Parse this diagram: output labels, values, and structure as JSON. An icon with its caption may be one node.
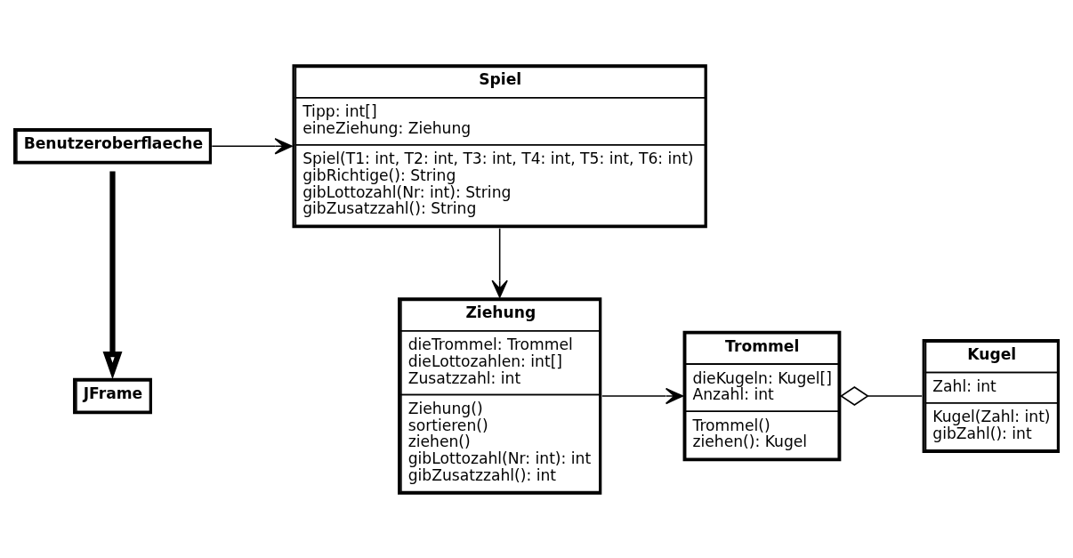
{
  "diagram": {
    "nodes": [
      {
        "text": [
          "JFrame"
        ]
      },
      {
        "text": [
          "Spiel",
          "Tipp: int[]",
          "eineZiehung: Ziehung",
          "Spiel(T1: int, T2: int, T3: int, T4: int, T5: int, T6: int)",
          "gibRichtige(): String",
          "gibLottozahl(Nr: int): String",
          "gibZusatzzahl(): String"
        ]
      },
      {
        "text": [
          "Benutzeroberflaeche"
        ]
      },
      {
        "text": [
          "Ziehung",
          "dieTrommel: Trommel",
          "dieLottozahlen: int[]",
          "Zusatzzahl: int",
          "Ziehung()",
          "sortieren()",
          "ziehen()",
          "gibLottozahl(Nr: int): int",
          "gibZusatzzahl(): int"
        ]
      },
      {
        "text": [
          "Trommel",
          "dieKugeln: Kugel[]",
          "Anzahl: int",
          "Trommel()",
          "ziehen(): Kugel"
        ]
      },
      {
        "text": [
          "Kugel",
          "Zahl: int",
          "Kugel(Zahl: int)",
          "gibZahl(): int"
        ]
      }
    ],
    "edges": [
      {
        "from": 2,
        "to": 0,
        "arrow": "to",
        "style": "thick"
      },
      {
        "from": 2,
        "to": 1,
        "arrow": "to"
      },
      {
        "from": 1,
        "to": 3,
        "arrow": "to"
      },
      {
        "from": 3,
        "to": 4,
        "arrow": "to"
      },
      {
        "from": 4,
        "to": 5,
        "arrow": "other"
      }
    ]
  }
}
